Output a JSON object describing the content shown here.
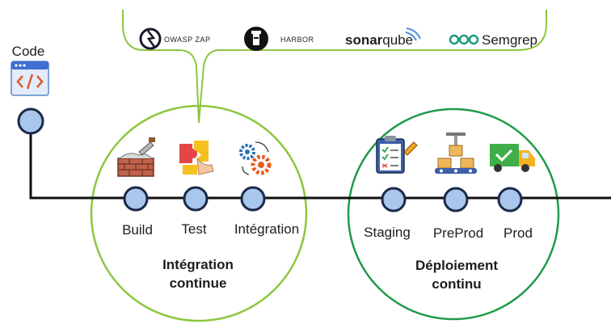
{
  "source": {
    "label": "Code"
  },
  "tools": [
    {
      "name": "OWASP ZAP",
      "icon": "owasp-zap-logo-icon"
    },
    {
      "name": "HARBOR",
      "icon": "harbor-lighthouse-logo-icon"
    },
    {
      "name_parts": [
        "sonar",
        "qube"
      ],
      "icon": "sonarqube-wave-icon"
    },
    {
      "name": "Semgrep",
      "icon": "semgrep-rings-logo-icon"
    }
  ],
  "phases": [
    {
      "title_lines": [
        "Intégration",
        "continue"
      ],
      "color": "#8cc63f",
      "stages": [
        {
          "label": "Build",
          "icon": "brick-wall-trowel-icon"
        },
        {
          "label": "Test",
          "icon": "puzzle-pieces-hand-icon"
        },
        {
          "label": "Intégration",
          "icon": "gears-icon"
        }
      ]
    },
    {
      "title_lines": [
        "Déploiement",
        "continu"
      ],
      "color": "#1f9a4a",
      "stages": [
        {
          "label": "Staging",
          "icon": "clipboard-checklist-icon"
        },
        {
          "label": "PreProd",
          "icon": "conveyor-boxes-icon"
        },
        {
          "label": "Prod",
          "icon": "delivery-truck-check-icon"
        }
      ]
    }
  ],
  "colors": {
    "node_fill": "#a9c6ec",
    "node_stroke": "#1b2a4a",
    "timeline": "#111111",
    "tool_bracket": "#8cc63f"
  }
}
